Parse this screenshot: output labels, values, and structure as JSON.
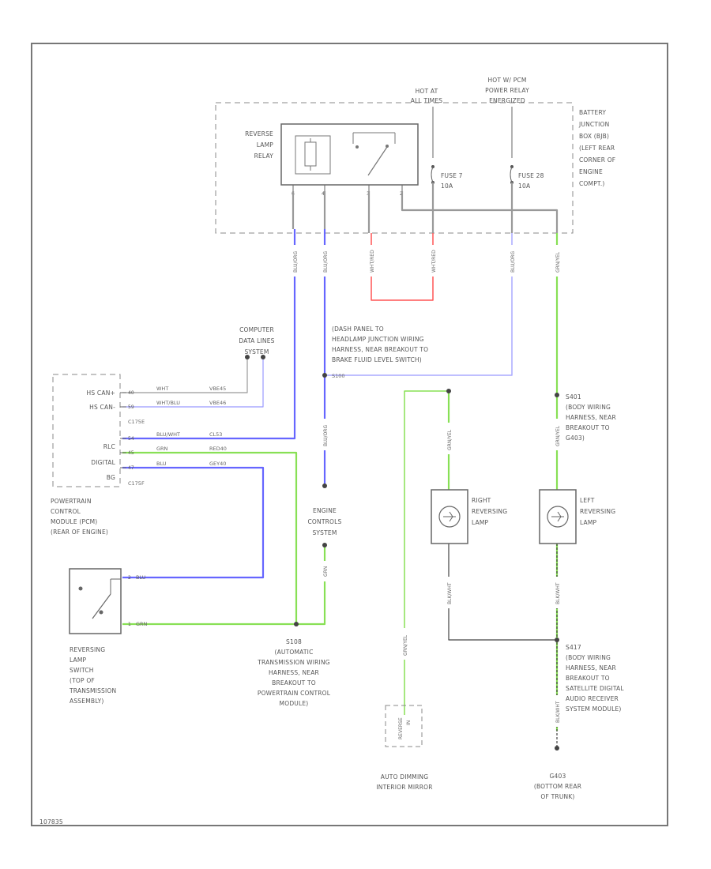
{
  "relay_box": {
    "relay_name": [
      "REVERSE",
      "LAMP",
      "RELAY"
    ],
    "bus_label": [
      "BATTERY",
      "JUNCTION",
      "BOX (BJB)",
      "(LEFT REAR",
      "CORNER OF",
      "ENGINE",
      "COMPT.)"
    ],
    "hot_at_all": [
      "HOT AT",
      "ALL TIMES"
    ],
    "hot_pcm": [
      "HOT W/ PCM",
      "POWER RELAY",
      "ENERGIZED"
    ],
    "fuse7": [
      "FUSE 7",
      "10A"
    ],
    "fuse28": [
      "FUSE 28",
      "10A"
    ],
    "pins": [
      "6",
      "4",
      "3",
      "2"
    ]
  },
  "wire_colors": {
    "blue": "#6666ff",
    "green": "#88e055",
    "red": "#ff5555",
    "gray": "#999999",
    "dark": "#444444"
  },
  "vertical_wire_labels": [
    "BLU/ORG",
    "BLU/ORG",
    "WHT/RED",
    "WHT/RED",
    "BLU/ORG",
    "GRN/YEL",
    "BLU/ORG",
    "GRN/YEL",
    "GRN/YEL",
    "GRN/YEL",
    "BLK/WHT",
    "BLK/WHT",
    "GRN",
    "BLK/WHT"
  ],
  "splices": {
    "s100": [
      "S100",
      "(DASH PANEL TO",
      "HEADLAMP JUNCTION WIRING",
      "HARNESS, NEAR BREAKOUT TO",
      "BRAKE FLUID LEVEL SWITCH)"
    ],
    "s100_tag": "S100",
    "s401": [
      "S401",
      "(BODY WIRING",
      "HARNESS, NEAR",
      "BREAKOUT TO",
      "G403)"
    ],
    "s417": [
      "S417",
      "(BODY WIRING",
      "HARNESS, NEAR",
      "BREAKOUT TO",
      "SATELLITE DIGITAL",
      "AUDIO RECEIVER",
      "SYSTEM MODULE)"
    ],
    "s108": [
      "S108",
      "(AUTOMATIC",
      "TRANSMISSION WIRING",
      "HARNESS, NEAR",
      "BREAKOUT TO",
      "POWERTRAIN CONTROL",
      "MODULE)"
    ]
  },
  "computer_data_lines": [
    "COMPUTER",
    "DATA LINES",
    "SYSTEM"
  ],
  "pcm": {
    "signals": [
      "HS CAN+",
      "HS CAN-",
      "",
      "RLC",
      "DIGITAL",
      "BG"
    ],
    "pins": [
      "40",
      "59",
      "",
      "54",
      "45",
      "47"
    ],
    "wires": [
      "WHT",
      "WHT/BLU",
      "",
      "BLU/WHT",
      "GRN",
      "BLU"
    ],
    "connectors": [
      "VBE45",
      "VBE46",
      "C175E",
      "CL53",
      "RED40",
      "GEY40"
    ],
    "c175f": "C175F",
    "name": [
      "POWERTRAIN",
      "CONTROL",
      "MODULE (PCM)",
      "(REAR OF ENGINE)"
    ]
  },
  "engine_controls": [
    "ENGINE",
    "CONTROLS",
    "SYSTEM"
  ],
  "engine_wire": "GRN",
  "right_lamp": [
    "RIGHT",
    "REVERSING",
    "LAMP"
  ],
  "left_lamp": [
    "LEFT",
    "REVERSING",
    "LAMP"
  ],
  "reversing_switch": {
    "pins": [
      "2",
      "1"
    ],
    "wires": [
      "BLU",
      "GRN"
    ],
    "name": [
      "REVERSING",
      "LAMP",
      "SWITCH",
      "(TOP OF",
      "TRANSMISSION",
      "ASSEMBLY)"
    ]
  },
  "mirror": {
    "name": [
      "AUTO DIMMING",
      "INTERIOR MIRROR"
    ],
    "inner": [
      "REVERSE",
      "IN"
    ]
  },
  "ground": [
    "G403",
    "(BOTTOM REAR",
    "OF TRUNK)"
  ],
  "footer": "107835"
}
